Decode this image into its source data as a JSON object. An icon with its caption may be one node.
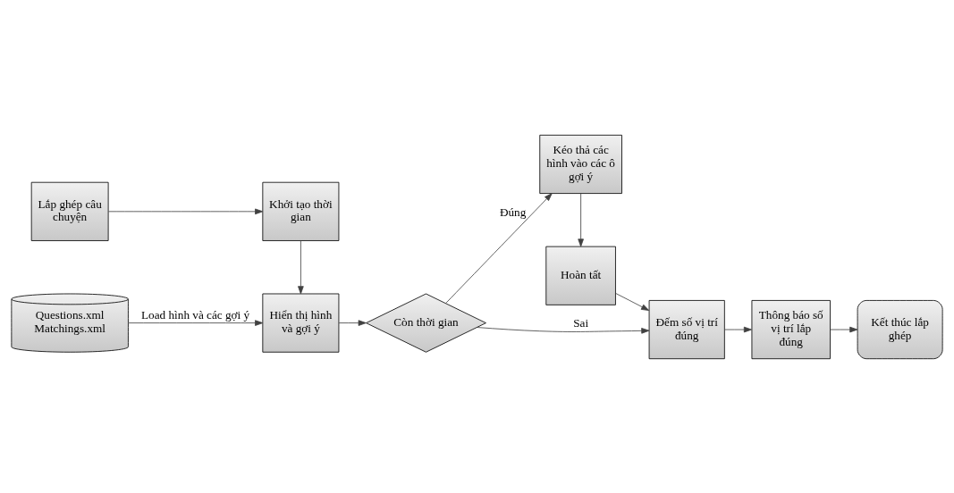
{
  "diagram": {
    "nodes": [
      {
        "text": [
          "Lắp ghép câu chuyện"
        ]
      },
      {
        "text": [
          "Khởi tạo thời gian"
        ]
      },
      {
        "text": [
          "Questions.xml Matchings.xml"
        ]
      },
      {
        "text": [
          "Hiển thị hình và gợi ý"
        ]
      },
      {
        "text": [
          "Còn thời gian"
        ]
      },
      {
        "text": [
          "Kéo thả các hình vào các ô gợi ý"
        ]
      },
      {
        "text": [
          "Kết thúc lắp ghép"
        ]
      },
      {
        "text": [
          "Thông báo số vị trí lắp đúng"
        ]
      },
      {
        "text": [
          "Đếm số vị trí đúng"
        ]
      },
      {
        "text": [
          "Hoàn tất"
        ]
      }
    ],
    "edges": [
      {
        "from": 0,
        "to": 1,
        "arrow": "to"
      },
      {
        "from": 1,
        "to": 3,
        "arrow": "to"
      },
      {
        "from": 2,
        "to": 3,
        "arrow": "to",
        "label": "Load hình và các gợi ý"
      },
      {
        "from": 3,
        "to": 4,
        "arrow": "to"
      },
      {
        "from": 4,
        "to": 5,
        "arrow": "to",
        "label": "Đúng"
      },
      {
        "from": 4,
        "to": 8,
        "arrow": "to",
        "label": "Sai"
      },
      {
        "from": 5,
        "to": 9,
        "arrow": "to"
      },
      {
        "from": 9,
        "to": 8,
        "arrow": "to"
      },
      {
        "from": 8,
        "to": 7,
        "arrow": "to"
      },
      {
        "from": 7,
        "to": 6,
        "arrow": "to"
      }
    ]
  }
}
